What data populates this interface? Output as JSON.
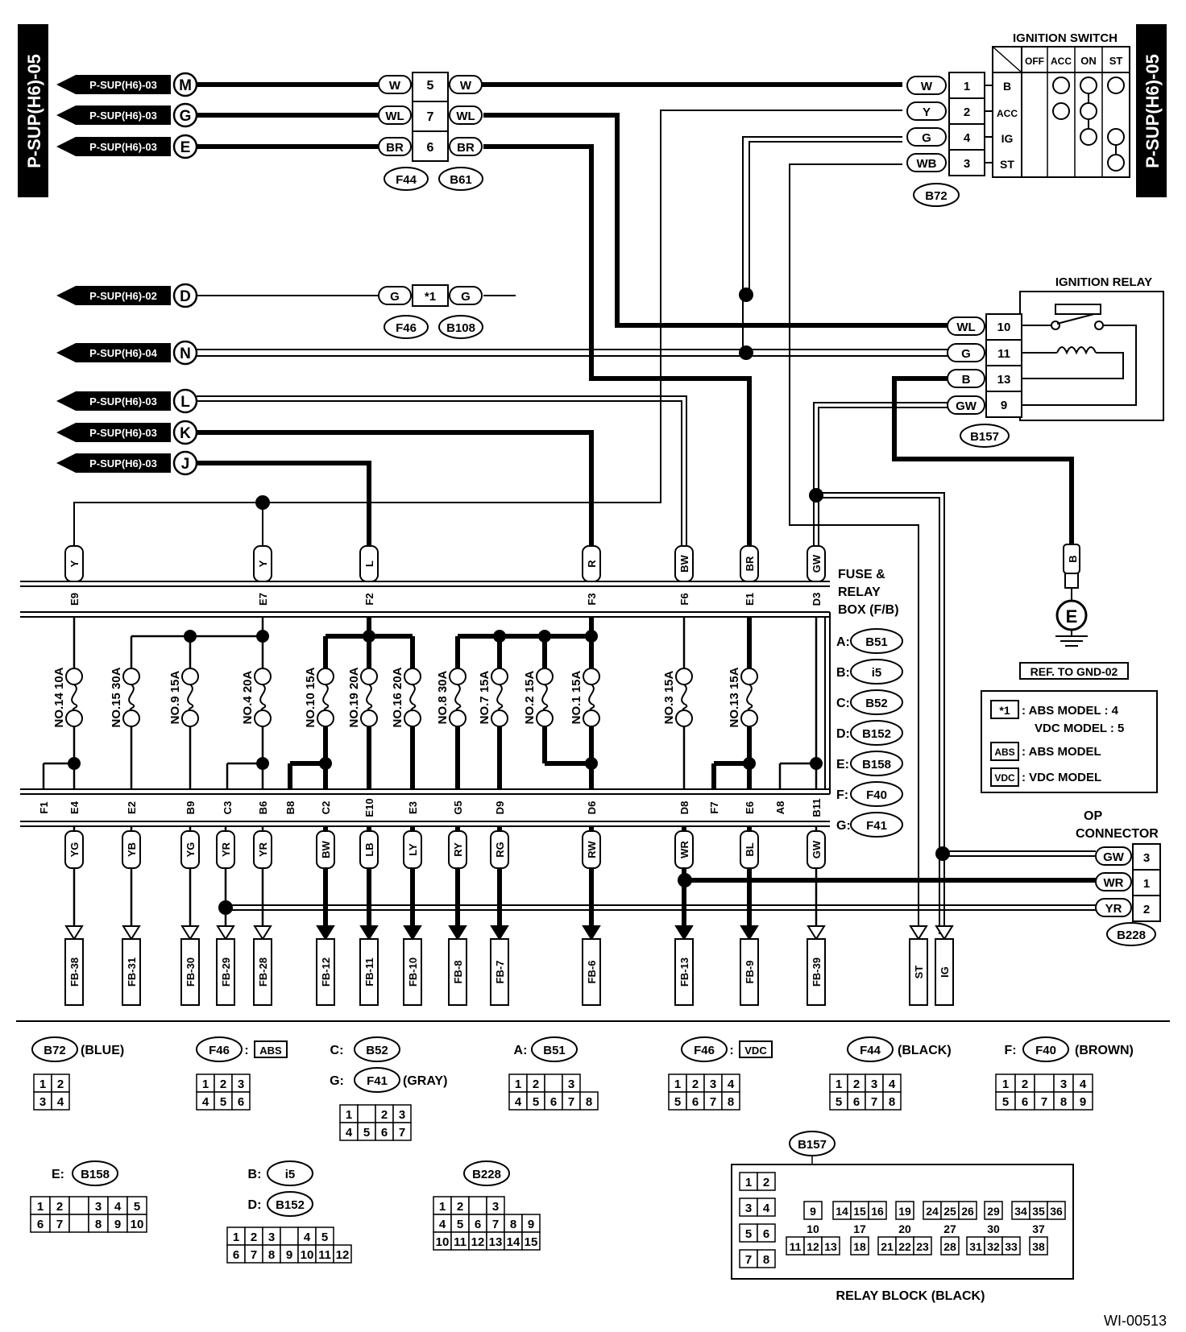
{
  "page_tag": "P-SUP(H6)-05",
  "diagram_id": "WI-00513",
  "inputs": [
    {
      "ref": "P-SUP(H6)-03",
      "letter": "M"
    },
    {
      "ref": "P-SUP(H6)-03",
      "letter": "G"
    },
    {
      "ref": "P-SUP(H6)-03",
      "letter": "E"
    },
    {
      "ref": "P-SUP(H6)-02",
      "letter": "D"
    },
    {
      "ref": "P-SUP(H6)-04",
      "letter": "N"
    },
    {
      "ref": "P-SUP(H6)-03",
      "letter": "L"
    },
    {
      "ref": "P-SUP(H6)-03",
      "letter": "K"
    },
    {
      "ref": "P-SUP(H6)-03",
      "letter": "J"
    }
  ],
  "upper_connector": {
    "rows": [
      {
        "left": "W",
        "pin": "5",
        "right": "W"
      },
      {
        "left": "WL",
        "pin": "7",
        "right": "WL"
      },
      {
        "left": "BR",
        "pin": "6",
        "right": "BR"
      }
    ],
    "labels": [
      "F44",
      "B61"
    ]
  },
  "d_connector": {
    "left": "G",
    "pin": "*1",
    "right": "G",
    "labels": [
      "F46",
      "B108"
    ]
  },
  "ignition_switch": {
    "title": "IGNITION SWITCH",
    "positions": [
      "OFF",
      "ACC",
      "ON",
      "ST"
    ],
    "terminals": [
      "B",
      "ACC",
      "IG",
      "ST"
    ],
    "pins": [
      {
        "wire": "W",
        "pin": "1"
      },
      {
        "wire": "Y",
        "pin": "2"
      },
      {
        "wire": "G",
        "pin": "4"
      },
      {
        "wire": "WB",
        "pin": "3"
      }
    ],
    "connector": "B72"
  },
  "ignition_relay": {
    "title": "IGNITION RELAY",
    "pins": [
      {
        "wire": "WL",
        "pin": "10"
      },
      {
        "wire": "G",
        "pin": "11"
      },
      {
        "wire": "B",
        "pin": "13"
      },
      {
        "wire": "GW",
        "pin": "9"
      }
    ],
    "connector": "B157"
  },
  "ground": {
    "wire": "B",
    "symbol": "E",
    "ref": "REF. TO GND-02"
  },
  "fuse_box": {
    "title_lines": [
      "FUSE &",
      "RELAY",
      "BOX (F/B)"
    ],
    "connectors": [
      {
        "key": "A:",
        "id": "B51"
      },
      {
        "key": "B:",
        "id": "i5"
      },
      {
        "key": "C:",
        "id": "B52"
      },
      {
        "key": "D:",
        "id": "B152"
      },
      {
        "key": "E:",
        "id": "B158"
      },
      {
        "key": "F:",
        "id": "F40"
      },
      {
        "key": "G:",
        "id": "F41"
      }
    ],
    "top_terms": [
      {
        "wire": "Y",
        "term": "E9"
      },
      {
        "wire": "Y",
        "term": "E7"
      },
      {
        "wire": "L",
        "term": "F2"
      },
      {
        "wire": "R",
        "term": "F3"
      },
      {
        "wire": "BW",
        "term": "F6"
      },
      {
        "wire": "BR",
        "term": "E1"
      },
      {
        "wire": "GW",
        "term": "D3"
      }
    ],
    "fuses": [
      {
        "label": "NO.14 10A"
      },
      {
        "label": "NO.15 30A"
      },
      {
        "label": "NO.9 15A"
      },
      {
        "label": "NO.4 20A"
      },
      {
        "label": "NO.10 15A"
      },
      {
        "label": "NO.19 20A"
      },
      {
        "label": "NO.16 20A"
      },
      {
        "label": "NO.8 30A"
      },
      {
        "label": "NO.7 15A"
      },
      {
        "label": "NO.2 15A"
      },
      {
        "label": "NO.1 15A"
      },
      {
        "label": "NO.3 15A"
      },
      {
        "label": "NO.13 15A"
      }
    ],
    "bottom_terms": [
      "F1",
      "E4",
      "E2",
      "B9",
      "C3",
      "B6",
      "B8",
      "C2",
      "E10",
      "E3",
      "G5",
      "D9",
      "D6",
      "D8",
      "F7",
      "E6",
      "A8",
      "B11"
    ]
  },
  "outputs": [
    {
      "wire": "YG",
      "dest": "FB-38"
    },
    {
      "wire": "YB",
      "dest": "FB-31"
    },
    {
      "wire": "YG",
      "dest": "FB-30"
    },
    {
      "wire": "YR",
      "dest": "FB-29"
    },
    {
      "wire": "YR",
      "dest": "FB-28"
    },
    {
      "wire": "BW",
      "dest": "FB-12"
    },
    {
      "wire": "LB",
      "dest": "FB-11"
    },
    {
      "wire": "LY",
      "dest": "FB-10"
    },
    {
      "wire": "RY",
      "dest": "FB-8"
    },
    {
      "wire": "RG",
      "dest": "FB-7"
    },
    {
      "wire": "RW",
      "dest": "FB-6"
    },
    {
      "wire": "WR",
      "dest": "FB-13"
    },
    {
      "wire": "BL",
      "dest": "FB-9"
    },
    {
      "wire": "GW",
      "dest": "FB-39"
    },
    {
      "wire": "",
      "dest": "ST"
    },
    {
      "wire": "",
      "dest": "IG"
    }
  ],
  "op_connector": {
    "title_lines": [
      "OP",
      "CONNECTOR"
    ],
    "pins": [
      {
        "wire": "GW",
        "pin": "3"
      },
      {
        "wire": "WR",
        "pin": "1"
      },
      {
        "wire": "YR",
        "pin": "2"
      }
    ],
    "connector": "B228"
  },
  "legend": [
    {
      "key": "*1",
      "text": ": ABS MODEL : 4"
    },
    {
      "key": "",
      "text": "VDC MODEL : 5"
    },
    {
      "key": "ABS",
      "text": ": ABS MODEL"
    },
    {
      "key": "VDC",
      "text": ": VDC MODEL"
    }
  ],
  "connector_views": {
    "b72": {
      "id": "B72",
      "note": "(BLUE)",
      "rows": [
        [
          "1",
          "2"
        ],
        [
          "3",
          "4"
        ]
      ]
    },
    "f46_abs": {
      "id": "F46",
      "tag": "ABS",
      "rows": [
        [
          "1",
          "2",
          "3"
        ],
        [
          "4",
          "5",
          "6"
        ]
      ]
    },
    "b52_f41": {
      "prefix1": "C:",
      "id1": "B52",
      "prefix2": "G:",
      "id2": "F41",
      "note": "(GRAY)",
      "rows": [
        [
          "1",
          "",
          "2",
          "3"
        ],
        [
          "4",
          "5",
          "6",
          "7"
        ]
      ]
    },
    "b51": {
      "prefix": "A:",
      "id": "B51",
      "rows": [
        [
          "1",
          "2",
          "",
          "3"
        ],
        [
          "4",
          "5",
          "6",
          "7",
          "8"
        ]
      ]
    },
    "f46_vdc": {
      "id": "F46",
      "tag": "VDC",
      "rows": [
        [
          "1",
          "2",
          "3",
          "4"
        ],
        [
          "5",
          "6",
          "7",
          "8"
        ]
      ]
    },
    "f44": {
      "id": "F44",
      "note": "(BLACK)",
      "rows": [
        [
          "1",
          "2",
          "3",
          "4"
        ],
        [
          "5",
          "6",
          "7",
          "8"
        ]
      ]
    },
    "f40": {
      "prefix": "F:",
      "id": "F40",
      "note": "(BROWN)",
      "rows": [
        [
          "1",
          "2",
          "",
          "3",
          "4"
        ],
        [
          "5",
          "6",
          "7",
          "8",
          "9"
        ]
      ]
    },
    "b158": {
      "prefix": "E:",
      "id": "B158",
      "rows": [
        [
          "1",
          "2",
          "",
          "3",
          "4",
          "5"
        ],
        [
          "6",
          "7",
          "",
          "8",
          "9",
          "10"
        ]
      ]
    },
    "i5_b152": {
      "prefix1": "B:",
      "id1": "i5",
      "prefix2": "D:",
      "id2": "B152",
      "rows": [
        [
          "1",
          "2",
          "3",
          "",
          "4",
          "5"
        ],
        [
          "6",
          "7",
          "8",
          "9",
          "10",
          "11",
          "12"
        ]
      ]
    },
    "b228": {
      "id": "B228",
      "rows": [
        [
          "1",
          "2",
          "",
          "3"
        ],
        [
          "4",
          "5",
          "6",
          "7",
          "8",
          "9"
        ],
        [
          "10",
          "11",
          "12",
          "13",
          "14",
          "15"
        ]
      ]
    },
    "relay_block": {
      "id": "B157",
      "title": "RELAY BLOCK (BLACK)",
      "left": [
        [
          "1",
          "2"
        ],
        [
          "3",
          "4"
        ],
        [
          "5",
          "6"
        ],
        [
          "7",
          "8"
        ]
      ],
      "top": [
        "9",
        "14",
        "15",
        "16",
        "19",
        "24",
        "25",
        "26",
        "29",
        "34",
        "35",
        "36"
      ],
      "mid": [
        "10",
        "17",
        "20",
        "27",
        "30",
        "37"
      ],
      "bot": [
        "11",
        "12",
        "13",
        "18",
        "21",
        "22",
        "23",
        "28",
        "31",
        "32",
        "33",
        "38"
      ]
    }
  }
}
